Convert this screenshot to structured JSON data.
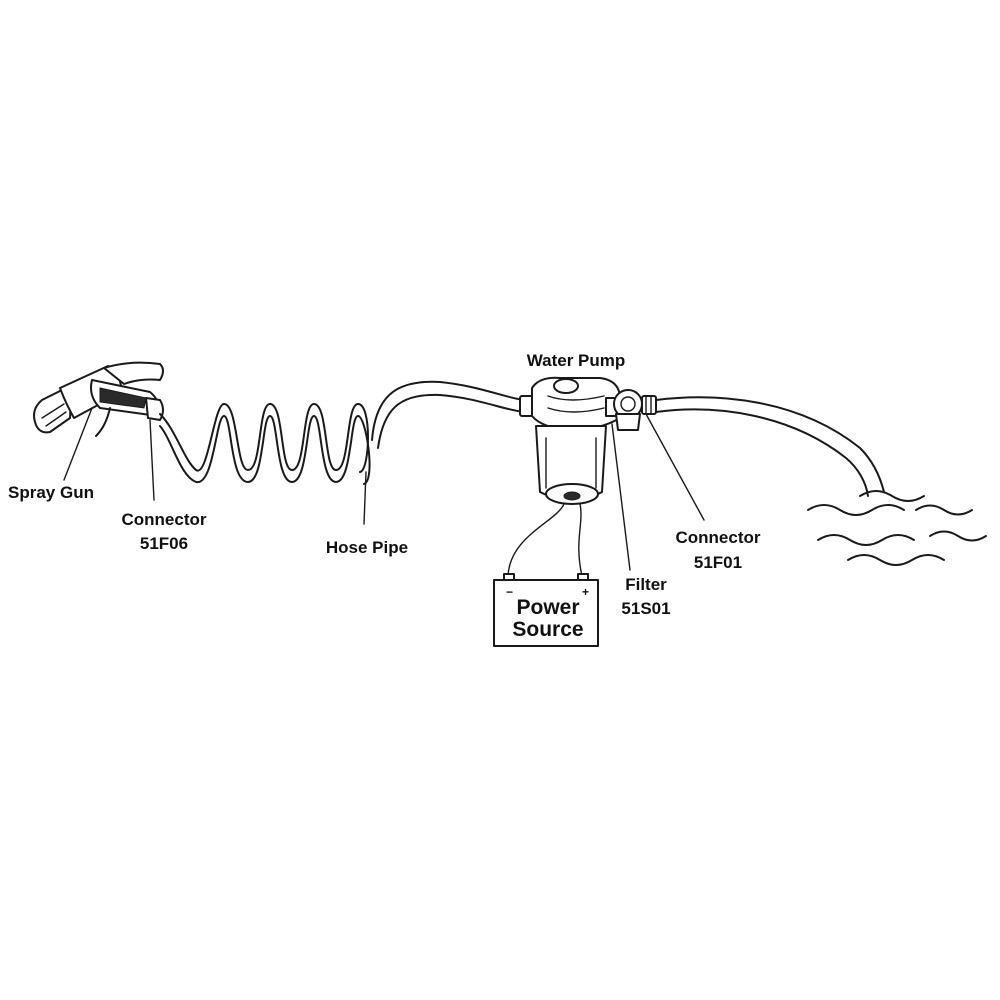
{
  "labels": {
    "spray_gun": "Spray Gun",
    "connector_51f06_name": "Connector",
    "connector_51f06_code": "51F06",
    "hose_pipe": "Hose Pipe",
    "water_pump": "Water Pump",
    "power_source_line1": "Power",
    "power_source_line2": "Source",
    "battery_negative": "−",
    "battery_positive": "+",
    "filter_name": "Filter",
    "filter_code": "51S01",
    "connector_51f01_name": "Connector",
    "connector_51f01_code": "51F01"
  },
  "colors": {
    "ink": "#1a1a1a",
    "background": "#ffffff"
  },
  "icons": [
    "spray-gun-icon",
    "coiled-hose-icon",
    "water-pump-icon",
    "filter-icon",
    "battery-icon",
    "water-waves-icon"
  ]
}
